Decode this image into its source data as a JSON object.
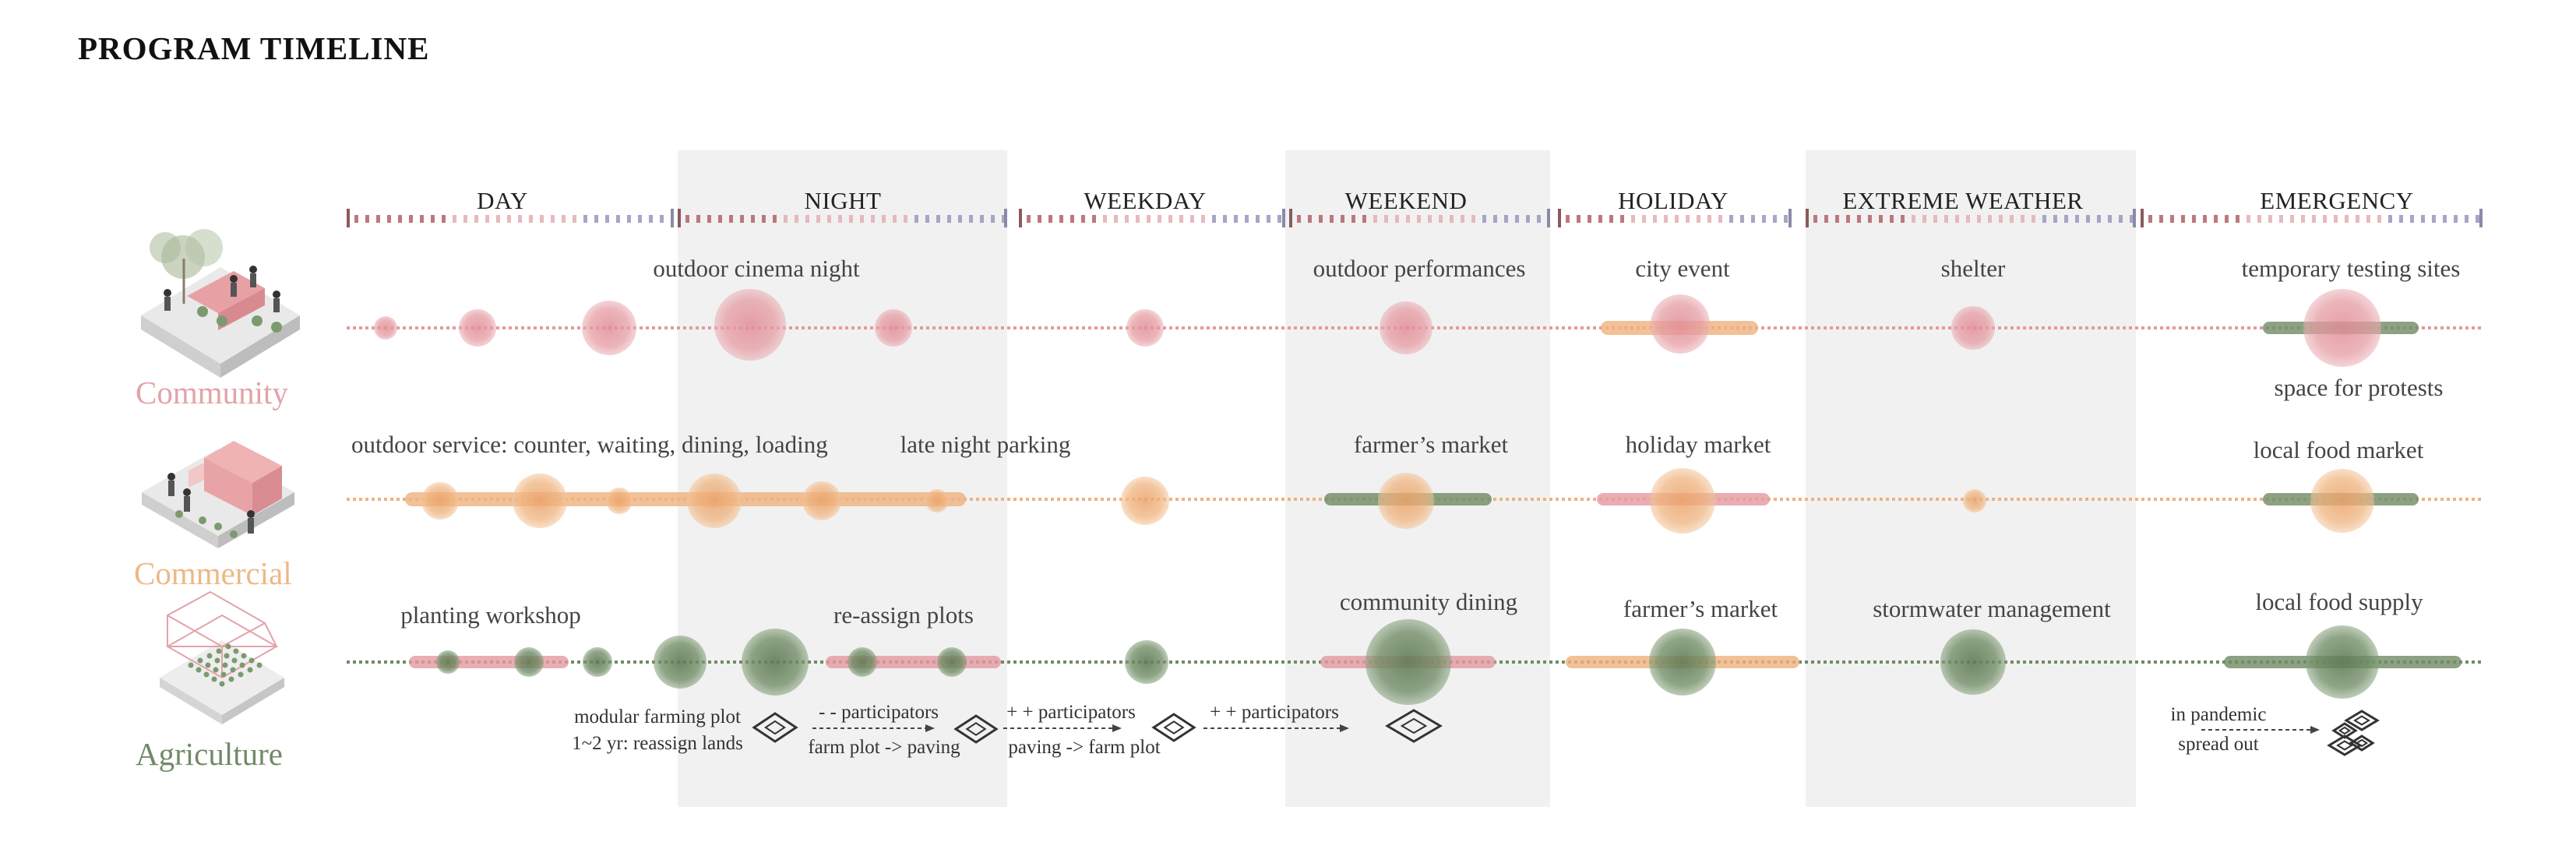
{
  "title": "PROGRAM TIMELINE",
  "colors": {
    "community": "#e39aa0",
    "commercial": "#efb27e",
    "agriculture": "#6f8b64",
    "community_text": "#e3a3a8",
    "commercial_text": "#edb886",
    "agriculture_text": "#728a68",
    "shade": "#f1f1f1"
  },
  "periods": [
    "DAY",
    "NIGHT",
    "WEEKDAY",
    "WEEKEND",
    "HOLIDAY",
    "EXTREME WEATHER",
    "EMERGENCY"
  ],
  "rows": {
    "community": {
      "label": "Community",
      "illustration": "community-plaza-icon",
      "events": [
        "outdoor cinema night",
        "outdoor performances",
        "city event",
        "shelter",
        "temporary testing sites",
        "space for protests"
      ]
    },
    "commercial": {
      "label": "Commercial",
      "illustration": "commercial-kiosk-icon",
      "events": [
        "outdoor service: counter, waiting, dining, loading",
        "late night parking",
        "farmer’s market",
        "holiday market",
        "local food market"
      ]
    },
    "agriculture": {
      "label": "Agriculture",
      "illustration": "greenhouse-icon",
      "events": [
        "planting workshop",
        "re-assign plots",
        "community dining",
        "farmer’s market",
        "stormwater management",
        "local food supply"
      ]
    }
  },
  "annotations": {
    "modular_line1": "modular farming plot",
    "modular_line2": "1~2 yr: reassign lands",
    "arrow1_top": "- - participators",
    "arrow1_bottom": "farm plot -> paving",
    "arrow2_top": "+ + participators",
    "arrow2_bottom": "paving -> farm plot",
    "arrow3_top": "+ + participators",
    "pandemic_top": "in pandemic",
    "pandemic_bottom": "spread out"
  }
}
